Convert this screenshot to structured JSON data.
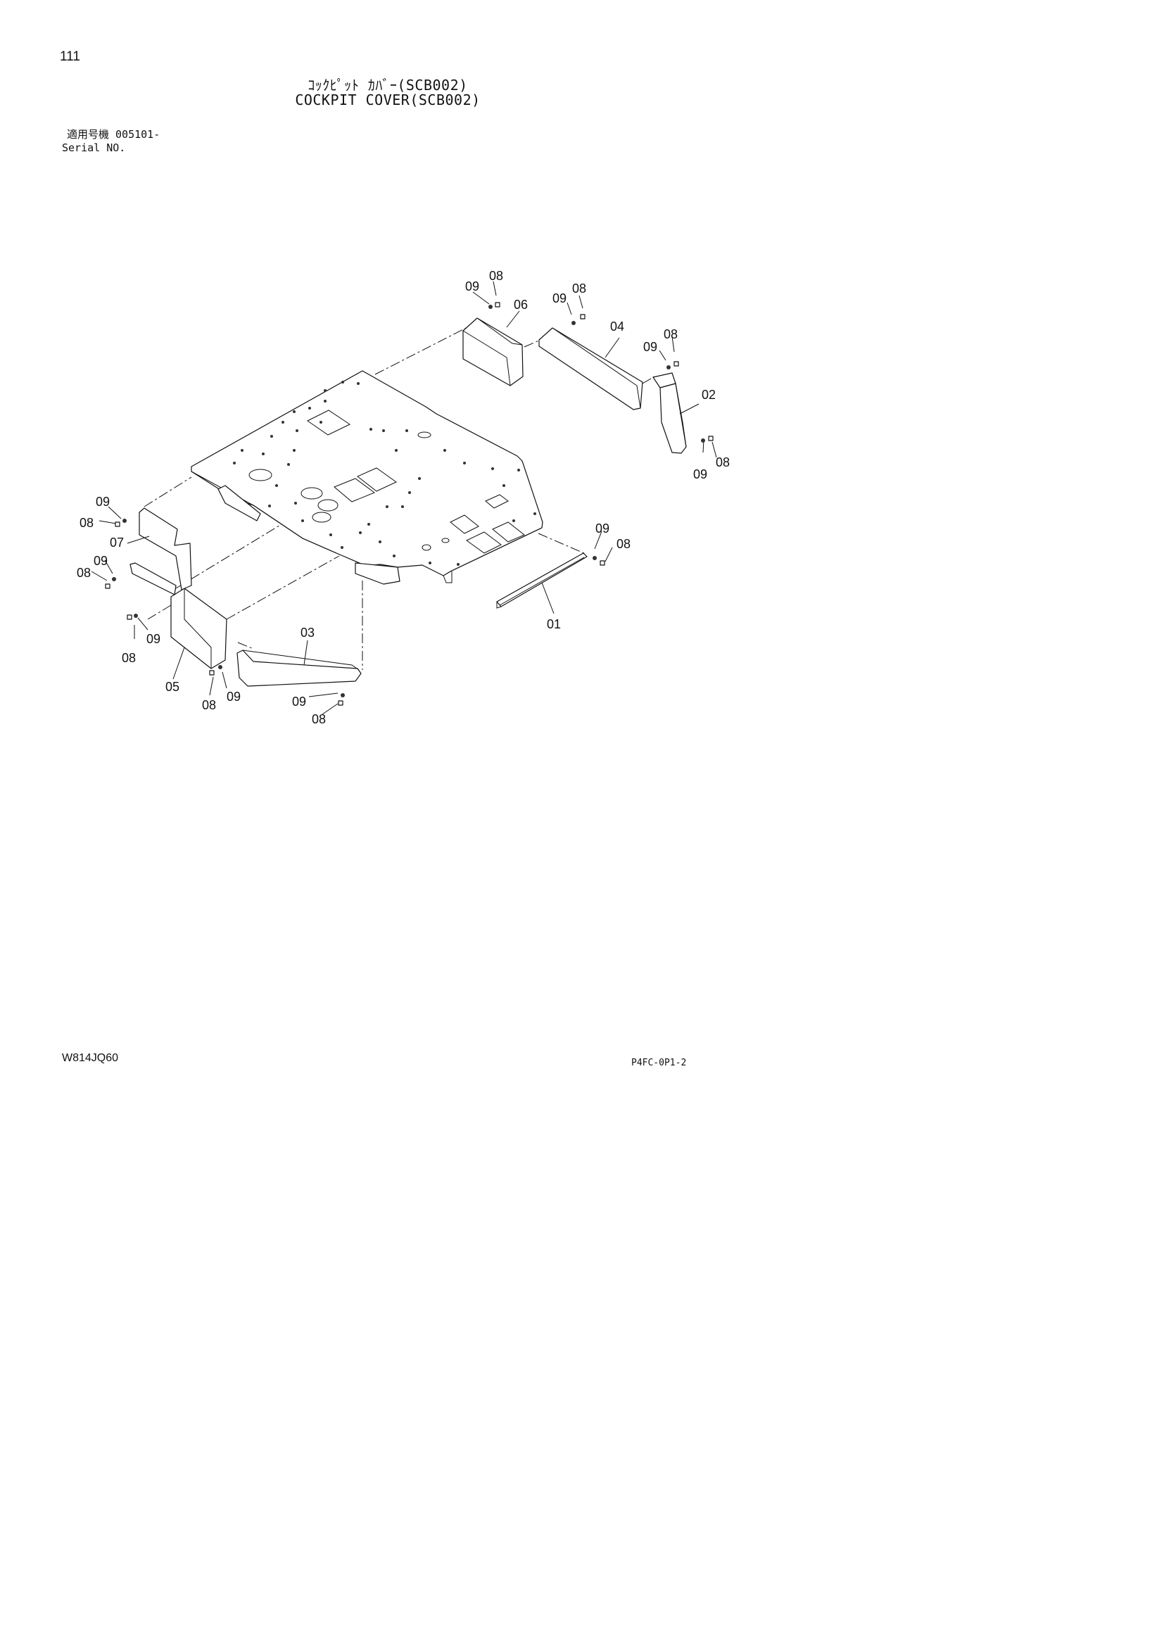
{
  "page": {
    "number": "111",
    "title_jp": "ｺｯｸﾋﾟｯﾄ ｶﾊﾞｰ(SCB002)",
    "title_en": "COCKPIT COVER(SCB002)",
    "serial_label_jp": "適用号機 005101-",
    "serial_label_en": "Serial NO.",
    "footer_left": "W814JQ60",
    "footer_right": "P4FC-0P1-2"
  },
  "callouts": {
    "c01": "01",
    "c02": "02",
    "c03": "03",
    "c04": "04",
    "c05": "05",
    "c06": "06",
    "c07": "07",
    "c08a": "08",
    "c08b": "08",
    "c08c": "08",
    "c08d": "08",
    "c08e": "08",
    "c08f": "08",
    "c08g": "08",
    "c08h": "08",
    "c08i": "08",
    "c08j": "08",
    "c09a": "09",
    "c09b": "09",
    "c09c": "09",
    "c09d": "09",
    "c09e": "09",
    "c09f": "09",
    "c09g": "09",
    "c09h": "09",
    "c09i": "09",
    "c09j": "09"
  }
}
